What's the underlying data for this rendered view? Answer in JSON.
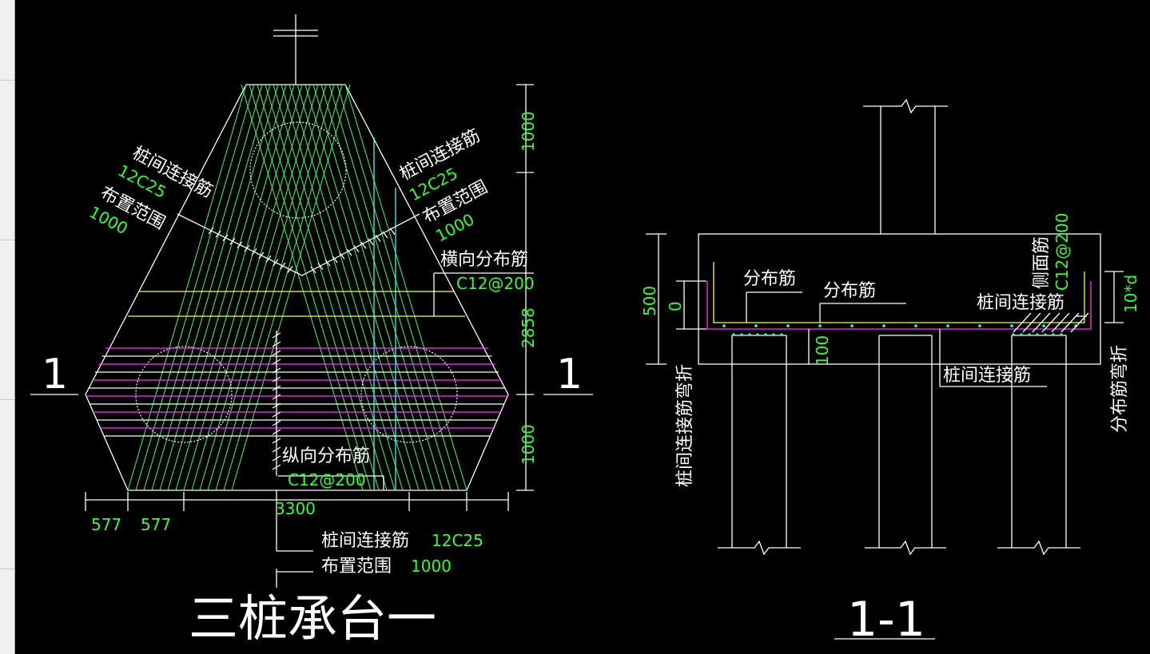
{
  "colors": {
    "background": "#000000",
    "outline": "#ffffff",
    "rebar": "#33ff66",
    "dist_bar": "#ffff33",
    "dist_bar_2": "#ff33ff",
    "aux": "#33ffff",
    "label_green": "#33ff33"
  },
  "plan": {
    "title": "三桩承台一",
    "section_mark_left": "1",
    "section_mark_right": "1",
    "left_tie": {
      "label": "桩间连接筋",
      "spec": "12C25",
      "range_label": "布置范围",
      "range_value": "1000"
    },
    "right_tie": {
      "label": "桩间连接筋",
      "spec": "12C25",
      "range_label": "布置范围",
      "range_value": "1000"
    },
    "transverse": {
      "label": "横向分布筋",
      "spec": "C12@200"
    },
    "longitudinal": {
      "label": "纵向分布筋",
      "spec": "C12@200"
    },
    "bottom_tie": {
      "label": "桩间连接筋",
      "spec": "12C25",
      "range_label": "布置范围",
      "range_value": "1000"
    },
    "dims": {
      "top": "1000",
      "middle": "2858",
      "bottom": "1000",
      "width": "3300",
      "left_1": "577",
      "left_2": "577"
    }
  },
  "section": {
    "title": "1-1",
    "dist_bar_1": "分布筋",
    "dist_bar_2": "分布筋",
    "side_bar": "侧面筋",
    "side_spec": "C12@200",
    "tie_top": "桩间连接筋",
    "tie_bottom": "桩间连接筋",
    "bend_left": "桩间连接筋弯折",
    "bend_right": "分布筋弯折",
    "right_dim": "10*d",
    "dims": {
      "height": "500",
      "zero": "0",
      "cover": "100"
    }
  }
}
